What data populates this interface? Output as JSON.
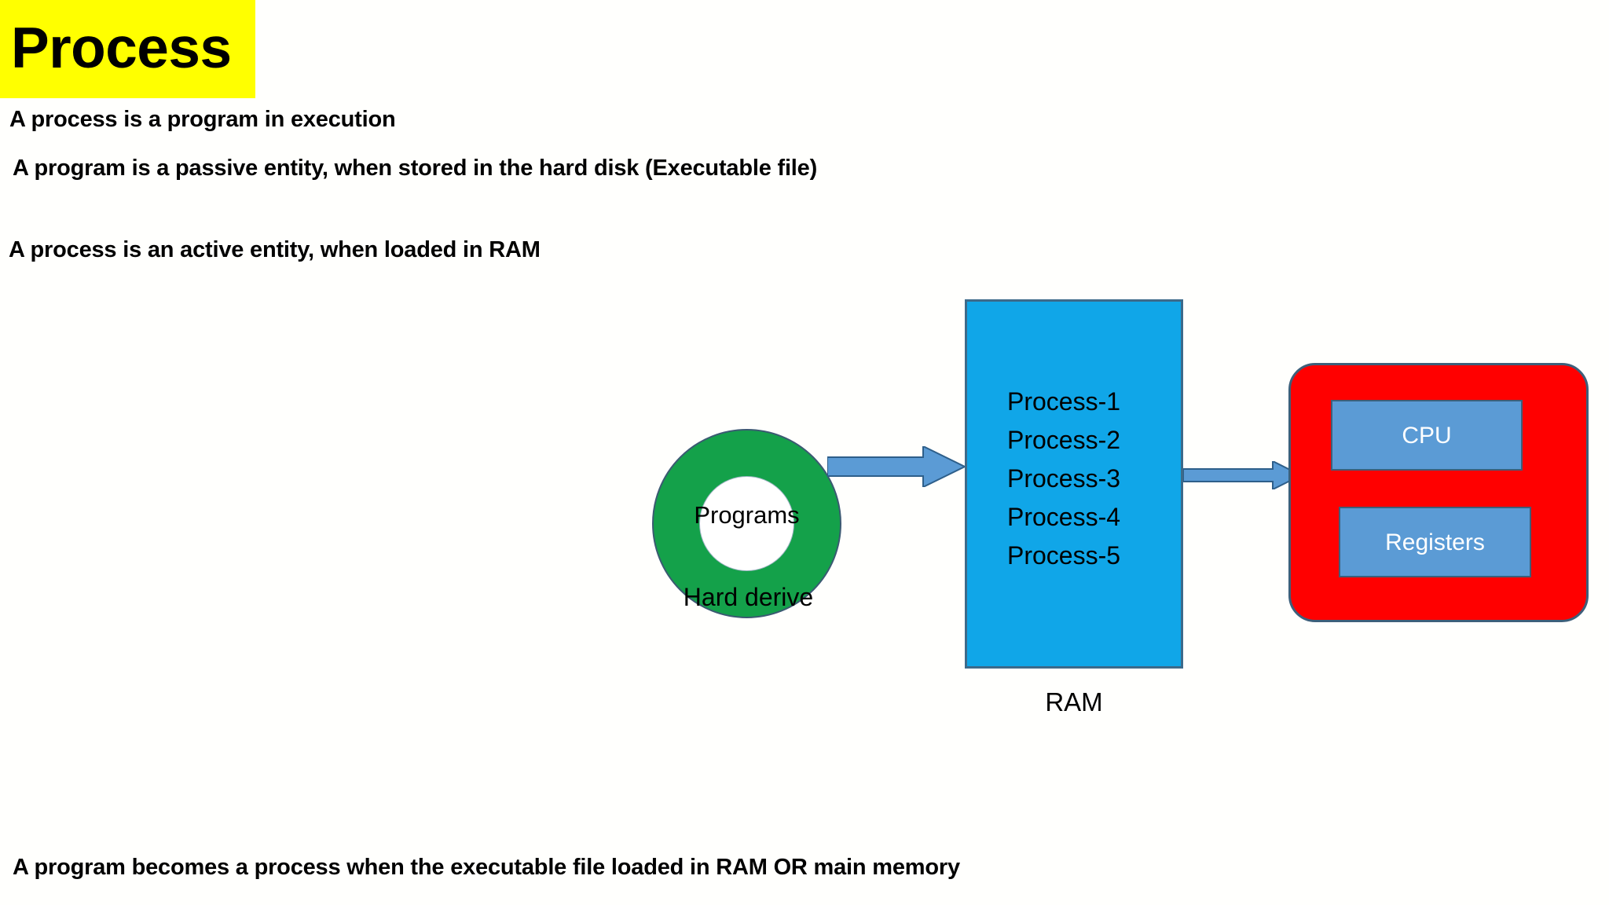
{
  "slide": {
    "title": "Process",
    "title_highlight_color": "#FFFF00",
    "background_color": "#FFFFFD"
  },
  "body": {
    "line1": "A process is a program in execution",
    "line2": "A program is a passive entity, when stored in the hard disk (Executable file)",
    "line3": "A process is an active entity, when loaded in RAM",
    "line4": "A program becomes a process when the executable file loaded in RAM OR main memory"
  },
  "diagram": {
    "hard_drive": {
      "inner_label": "Programs",
      "caption": "Hard derive",
      "color": "#14A14A"
    },
    "arrow1": {
      "name": "arrow-hard-drive-to-ram",
      "fill": "#5B9BD5",
      "stroke": "#2E5F8A"
    },
    "arrow2": {
      "name": "arrow-ram-to-cpu",
      "fill": "#5B9BD5",
      "stroke": "#2E5F8A"
    },
    "ram": {
      "caption": "RAM",
      "color": "#10A6E8",
      "processes": [
        "Process-1",
        "Process-2",
        "Process-3",
        "Process-4",
        "Process-5"
      ]
    },
    "cpu_container": {
      "color": "#FF0000",
      "cpu_label": "CPU",
      "registers_label": "Registers",
      "inner_box_color": "#5B9BD5"
    }
  }
}
